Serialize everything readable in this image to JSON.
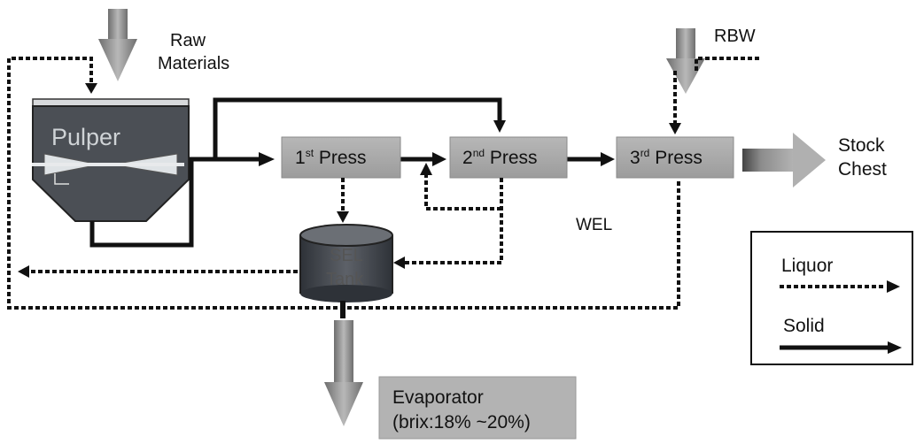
{
  "labels": {
    "raw_materials_line1": "Raw",
    "raw_materials_line2": "Materials",
    "rbw": "RBW",
    "pulper": "Pulper",
    "press1_num": "1",
    "press1_sup": "st",
    "press1_word": " Press",
    "press2_num": "2",
    "press2_sup": "nd",
    "press2_word": " Press",
    "press3_num": "3",
    "press3_sup": "rd",
    "press3_word": " Press",
    "stock_chest_line1": "Stock",
    "stock_chest_line2": "Chest",
    "wel": "WEL",
    "sel_tank_line1": "SEL",
    "sel_tank_line2": "Tank",
    "evaporator_line1": "Evaporator",
    "evaporator_line2": "(brix:18% ~20%)"
  },
  "legend": {
    "liquor": "Liquor",
    "solid": "Solid"
  },
  "colors": {
    "solid_line": "#111111",
    "liquor_line": "#111111",
    "press_fill": "#a9a9a9",
    "pulper_fill": "#4b4f55",
    "tank_fill": "#3c4046",
    "arrow_fill": "#8a8a8a",
    "evaporator_fill": "#b3b3b3"
  }
}
